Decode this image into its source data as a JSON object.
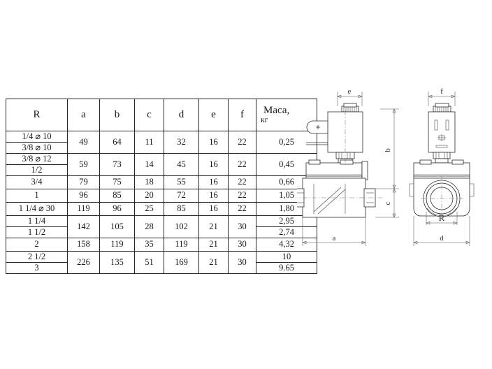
{
  "document": {
    "type": "solenoid-valve-specification",
    "units_note": "Маса, кг"
  },
  "table": {
    "headers": [
      "R",
      "a",
      "b",
      "c",
      "d",
      "e",
      "f"
    ],
    "mass_header_line1": "Маса,",
    "mass_header_line2": "кг",
    "rows": [
      {
        "r": [
          "1/4 ⌀ 10",
          "3/8 ⌀ 10"
        ],
        "a": "49",
        "b": "64",
        "c": "11",
        "d": "32",
        "e": "16",
        "f": "22",
        "mass": [
          "0,25"
        ]
      },
      {
        "r": [
          "3/8 ⌀ 12",
          "1/2"
        ],
        "a": "59",
        "b": "73",
        "c": "14",
        "d": "45",
        "e": "16",
        "f": "22",
        "mass": [
          "0,45"
        ]
      },
      {
        "r": [
          "3/4"
        ],
        "a": "79",
        "b": "75",
        "c": "18",
        "d": "55",
        "e": "16",
        "f": "22",
        "mass": [
          "0,66"
        ]
      },
      {
        "r": [
          "1"
        ],
        "a": "96",
        "b": "85",
        "c": "20",
        "d": "72",
        "e": "16",
        "f": "22",
        "mass": [
          "1,05"
        ]
      },
      {
        "r": [
          "1 1/4 ⌀ 30"
        ],
        "a": "119",
        "b": "96",
        "c": "25",
        "d": "85",
        "e": "16",
        "f": "22",
        "mass": [
          "1,80"
        ]
      },
      {
        "r": [
          "1 1/4",
          "1 1/2"
        ],
        "a": "142",
        "b": "105",
        "c": "28",
        "d": "102",
        "e": "21",
        "f": "30",
        "mass": [
          "2,95",
          "2,74"
        ]
      },
      {
        "r": [
          "2"
        ],
        "a": "158",
        "b": "119",
        "c": "35",
        "d": "119",
        "e": "21",
        "f": "30",
        "mass": [
          "4,32"
        ]
      },
      {
        "r": [
          "2 1/2",
          "3"
        ],
        "a": "226",
        "b": "135",
        "c": "51",
        "d": "169",
        "e": "21",
        "f": "30",
        "mass": [
          "10",
          "9.65"
        ]
      }
    ]
  },
  "drawings": {
    "side_view": {
      "name": "solenoid-valve-side-view",
      "dimension_labels": {
        "top": "e",
        "bottom": "a",
        "right_upper": "b",
        "right_lower": "c"
      }
    },
    "front_view": {
      "name": "solenoid-valve-front-view",
      "dimension_labels": {
        "top": "f",
        "bottom": "d",
        "port": "R"
      }
    }
  },
  "colors": {
    "line": "#2b2b2b",
    "dimension_line": "#555555",
    "center_line": "#777777",
    "background": "#ffffff",
    "text": "#1a1a1a"
  }
}
